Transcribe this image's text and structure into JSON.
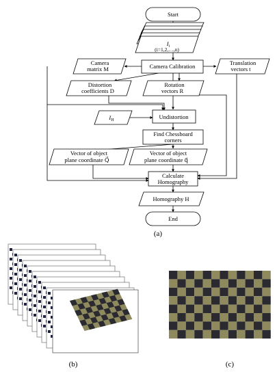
{
  "flowchart": {
    "start": "Start",
    "images_input": {
      "var": "I",
      "sub": "i",
      "range": "(i=1,2,…,n)"
    },
    "camera_calibration": "Camera Calibration",
    "camera_matrix": {
      "line1": "Camera",
      "line2": "matrix M"
    },
    "translation_vectors": {
      "line1": "Translation",
      "line2": "vectors t"
    },
    "distortion_coefficients": {
      "line1": "Distortion",
      "line2": "coefficients D"
    },
    "rotation_vectors": {
      "line1": "Rotation",
      "line2": "vectors R"
    },
    "h_image": {
      "var": "I",
      "sub": "H"
    },
    "undistortion": "Undistortion",
    "find_chessboard": {
      "line1": "Find Chessboard",
      "line2": "corners"
    },
    "vector_object_left": {
      "line1": "Vector of object",
      "line2": "plane coordinate Q⃗"
    },
    "vector_object_right": {
      "line1": "Vector of object",
      "line2": "plane coordinate q⃗"
    },
    "calculate_homography": {
      "line1": "Calculate",
      "line2": "Homography"
    },
    "homography_output": "Homography H",
    "end": "End"
  },
  "panel_labels": {
    "a": "(a)",
    "b": "(b)",
    "c": "(c)"
  },
  "colors": {
    "line": "#000000",
    "board_dark": "#2a2a30",
    "board_light": "#8e8a5e",
    "frame_dark": "#1e2340"
  }
}
